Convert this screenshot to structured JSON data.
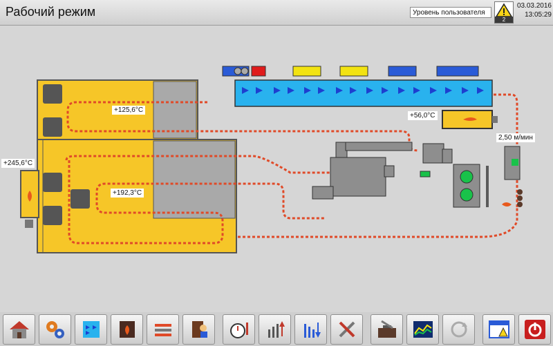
{
  "header": {
    "title": "Рабочий режим",
    "user_level": "Уровень пользователя",
    "alarm_count": "2",
    "date": "03.03.2016",
    "time": "13:05:29"
  },
  "process": {
    "upper_chamber_temp": "+125,6°C",
    "lower_chamber_temp": "+192,3°C",
    "burner_temp": "+245,6°C",
    "cooler_temp": "+56,0°C",
    "line_speed": "2,50 м/мин"
  },
  "footer": {
    "buttons": [
      "home",
      "settings-gears",
      "cooling-fans",
      "furnace",
      "rollers",
      "door-operator",
      "timer",
      "temperature-up",
      "temperature-down",
      "tools",
      "toolbox",
      "trend-chart",
      "refresh",
      "alarm-window",
      "power"
    ]
  },
  "colors": {
    "chamber_yellow": "#f6c628",
    "chamber_gray": "#a9a9a9",
    "belt_red": "#e04a28",
    "cooler_blue": "#29b2ee",
    "power_red": "#c81f1f"
  }
}
